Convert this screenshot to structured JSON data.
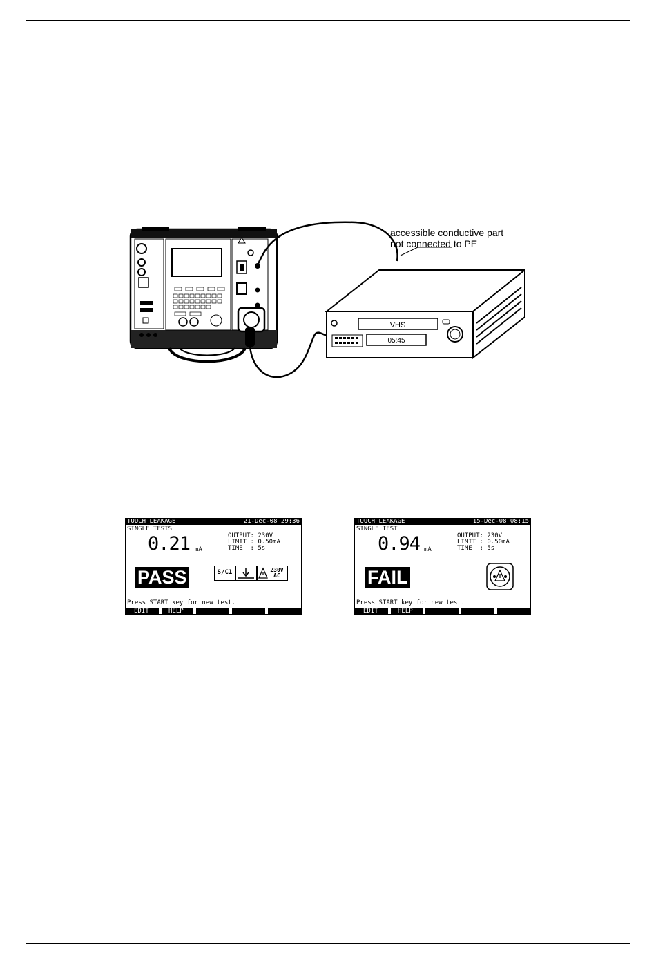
{
  "figure": {
    "annotation_line1": "accessible conductive part",
    "annotation_line2": "not connected to PE",
    "vcr_label": "VHS",
    "vcr_clock": "05:45"
  },
  "screens": [
    {
      "title": "TOUCH LEAKAGE",
      "datetime": "21-Dec-08 29:36",
      "mode": "SINGLE TESTS",
      "value": "0.21",
      "unit": "mA",
      "params": [
        {
          "label": "OUTPUT:",
          "value": "230V"
        },
        {
          "label": "LIMIT :",
          "value": "0.50mA"
        },
        {
          "label": "TIME  :",
          "value": "5s"
        }
      ],
      "verdict": "PASS",
      "icons": [
        "S/C1",
        "230V AC"
      ],
      "message": "Press START key for new test.",
      "fkeys": [
        "EDIT",
        "HELP"
      ]
    },
    {
      "title": "TOUCH LEAKAGE",
      "datetime": "15-Dec-08 08:15",
      "mode": "SINGLE TEST",
      "value": "0.94",
      "unit": "mA",
      "params": [
        {
          "label": "OUTPUT:",
          "value": "230V"
        },
        {
          "label": "LIMIT :",
          "value": "0.50mA"
        },
        {
          "label": "TIME  :",
          "value": "5s"
        }
      ],
      "verdict": "FAIL",
      "message": "Press START key for new test.",
      "fkeys": [
        "EDIT",
        "HELP"
      ]
    }
  ]
}
